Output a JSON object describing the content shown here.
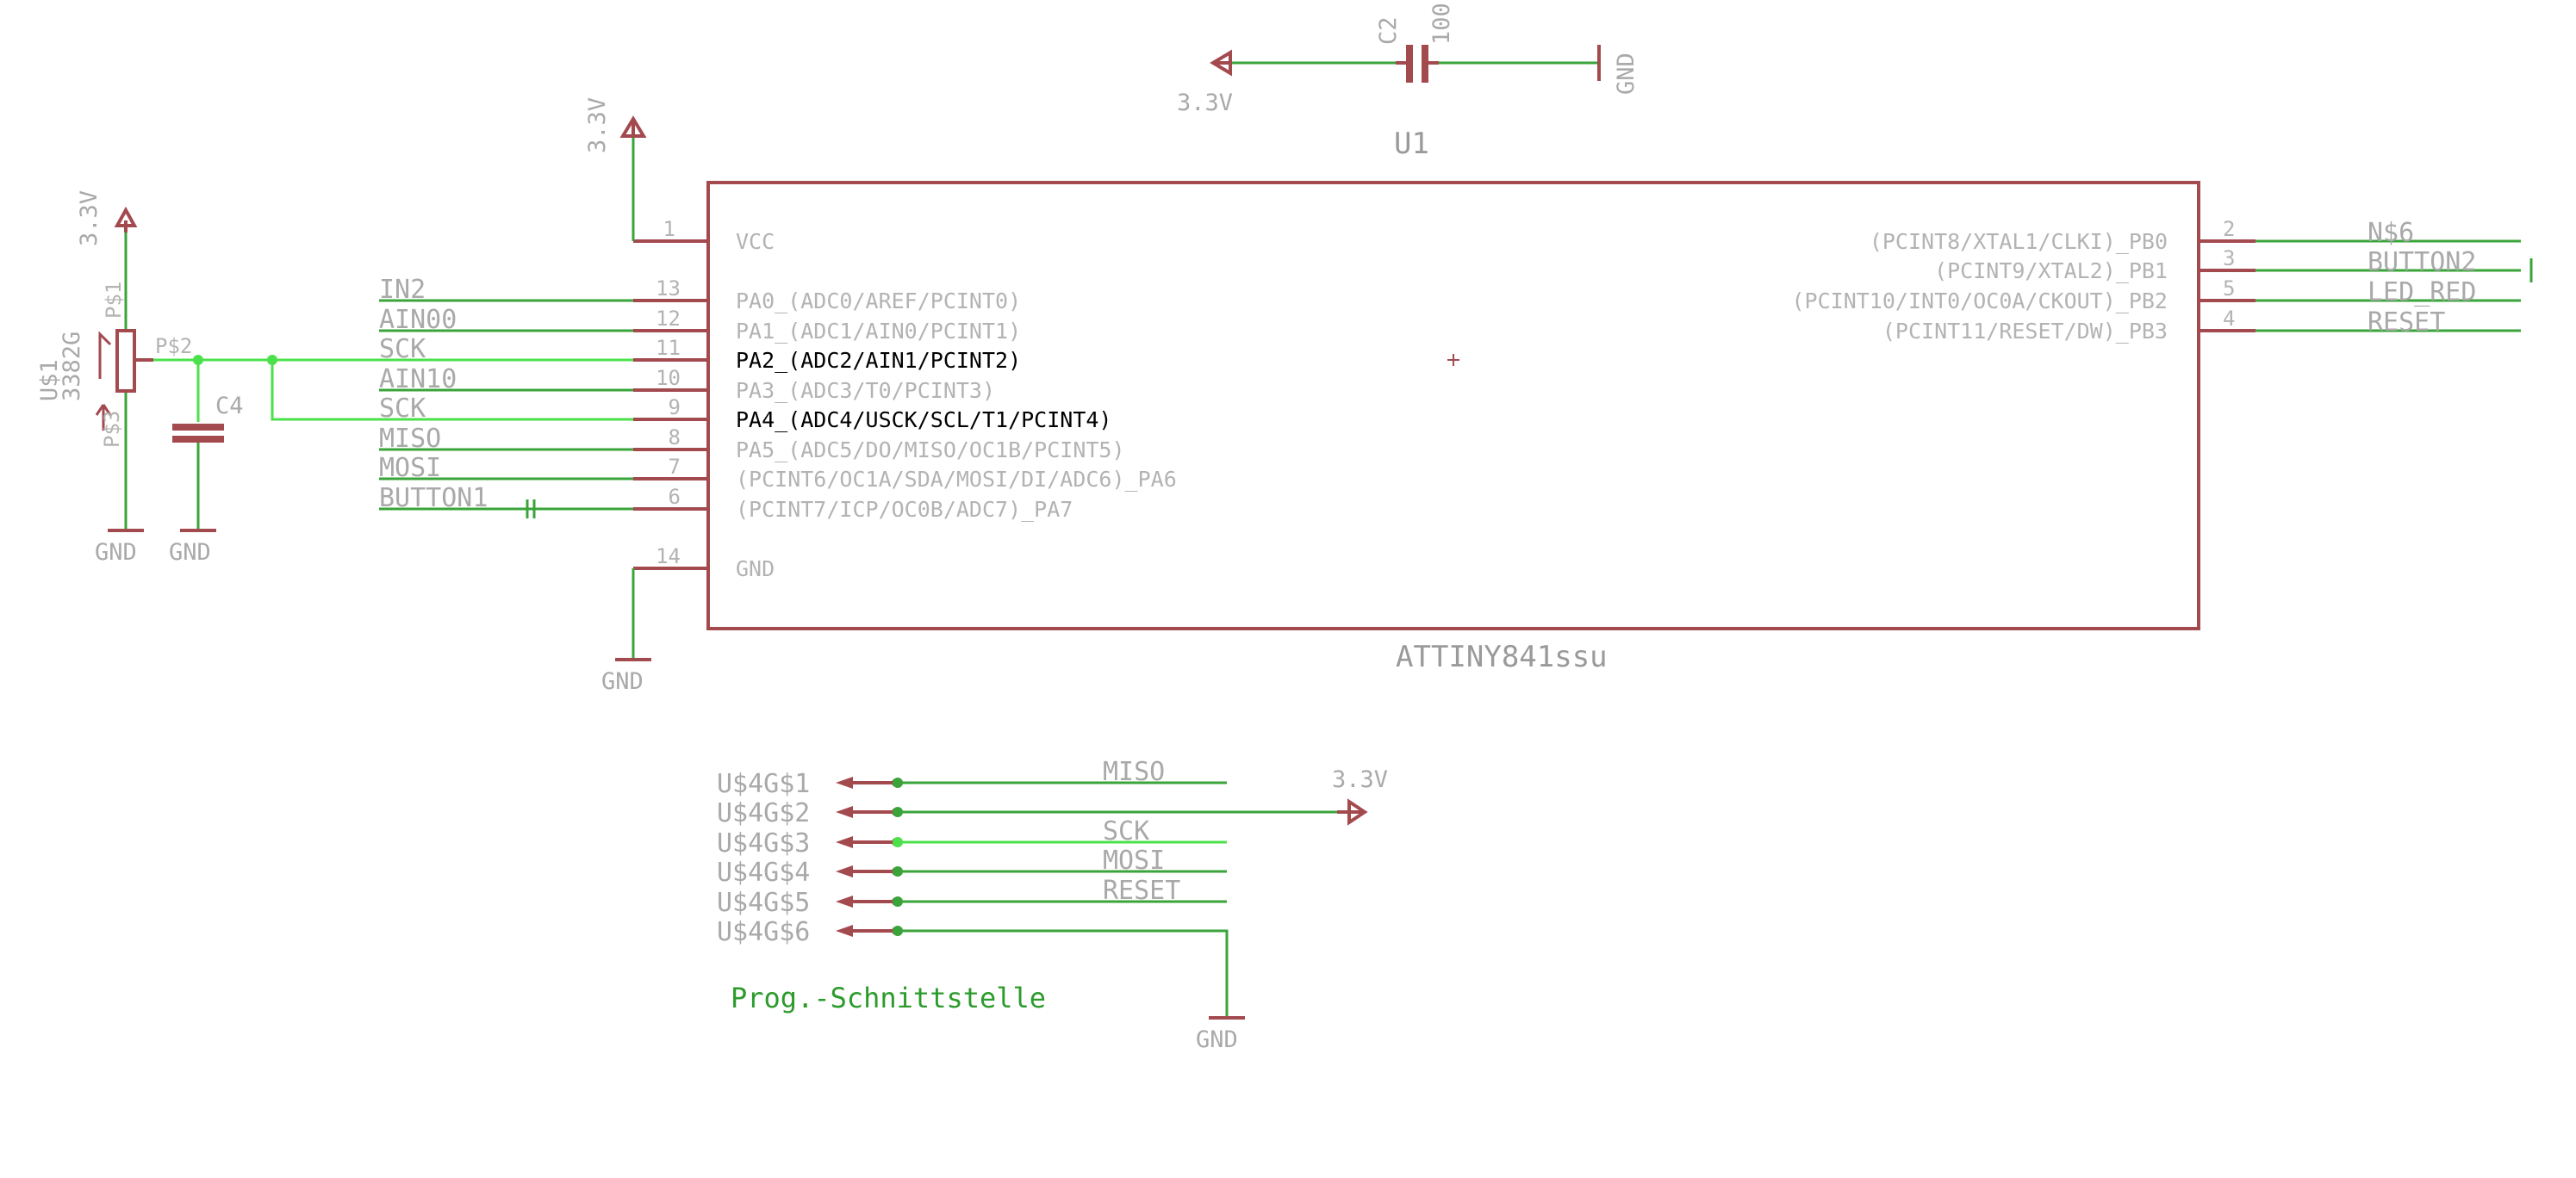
{
  "colors": {
    "wire": "#3aa43a",
    "wire_highlight": "#4be14b",
    "symbol": "#a34a4f",
    "label": "#a9a9a9",
    "text_highlight": "#000000",
    "frame_caption": "#2c9b2c"
  },
  "capacitor_c2": {
    "name": "C2",
    "value": "100",
    "supply": "3.3V",
    "ground": "GND"
  },
  "chip": {
    "name": "U1",
    "part": "ATTINY841ssu",
    "left_pins": [
      {
        "num": "1",
        "label": "VCC"
      },
      {
        "num": "13",
        "label": "PA0_(ADC0/AREF/PCINT0)"
      },
      {
        "num": "12",
        "label": "PA1_(ADC1/AIN0/PCINT1)"
      },
      {
        "num": "11",
        "label": "PA2_(ADC2/AIN1/PCINT2)"
      },
      {
        "num": "10",
        "label": "PA3_(ADC3/T0/PCINT3)"
      },
      {
        "num": "9",
        "label": "PA4_(ADC4/USCK/SCL/T1/PCINT4)"
      },
      {
        "num": "8",
        "label": "PA5_(ADC5/DO/MISO/OC1B/PCINT5)"
      },
      {
        "num": "7",
        "label": "(PCINT6/OC1A/SDA/MOSI/DI/ADC6)_PA6"
      },
      {
        "num": "6",
        "label": "(PCINT7/ICP/OC0B/ADC7)_PA7"
      },
      {
        "num": "14",
        "label": "GND"
      }
    ],
    "right_pins": [
      {
        "num": "2",
        "label": "(PCINT8/XTAL1/CLKI)_PB0"
      },
      {
        "num": "3",
        "label": "(PCINT9/XTAL2)_PB1"
      },
      {
        "num": "5",
        "label": "(PCINT10/INT0/OC0A/CKOUT)_PB2"
      },
      {
        "num": "4",
        "label": "(PCINT11/RESET/DW)_PB3"
      }
    ]
  },
  "left_nets": [
    "IN2",
    "AIN00",
    "SCK",
    "AIN10",
    "SCK",
    "MISO",
    "MOSI",
    "BUTTON1"
  ],
  "right_nets": [
    "N$6",
    "BUTTON2",
    "LED_RED",
    "RESET"
  ],
  "vcc_supply": "3.3V",
  "chip_ground": "GND",
  "pot": {
    "name": "U$1",
    "value": "3382G",
    "pin1": "P$1",
    "pin2": "P$2",
    "pin3": "P$3",
    "supply": "3.3V",
    "ground": "GND"
  },
  "cap_c4": {
    "name": "C4",
    "ground": "GND"
  },
  "prog": {
    "pins": [
      "U$4G$1",
      "U$4G$2",
      "U$4G$3",
      "U$4G$4",
      "U$4G$5",
      "U$4G$6"
    ],
    "nets": [
      "MISO",
      "SCK",
      "MOSI",
      "RESET"
    ],
    "supply": "3.3V",
    "ground": "GND",
    "title": "Prog.-Schnittstelle"
  }
}
